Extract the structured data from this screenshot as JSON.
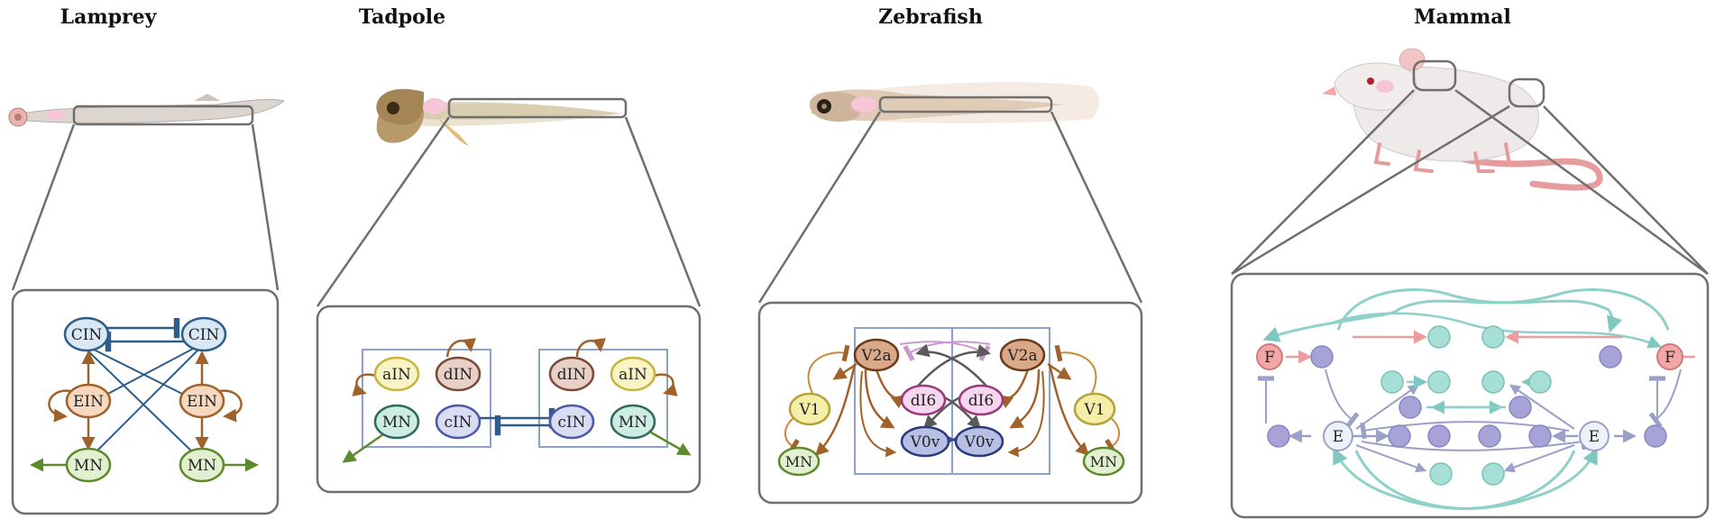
{
  "titles": {
    "lamprey": "Lamprey",
    "tadpole": "Tadpole",
    "zebrafish": "Zebrafish",
    "mammal": "Mammal"
  },
  "lamprey": {
    "cin_left": "CIN",
    "cin_right": "CIN",
    "ein_left": "EIN",
    "ein_right": "EIN",
    "mn_left": "MN",
    "mn_right": "MN"
  },
  "tadpole": {
    "ain_left": "aIN",
    "din_left": "dIN",
    "mn_left": "MN",
    "cin_left": "cIN",
    "din_right": "dIN",
    "ain_right": "aIN",
    "cin_right": "cIN",
    "mn_right": "MN"
  },
  "zebrafish": {
    "v2a_left": "V2a",
    "v2a_right": "V2a",
    "di6_left": "dI6",
    "di6_right": "dI6",
    "v0v_left": "V0v",
    "v0v_right": "V0v",
    "v1_left": "V1",
    "v1_right": "V1",
    "mn_left": "MN",
    "mn_right": "MN"
  },
  "mammal": {
    "f_left": "F",
    "f_right": "F",
    "e_left": "E",
    "e_right": "E"
  },
  "colors": {
    "panel_border": "#6f6f6f",
    "inhibitory_blue": "#2f5d8a",
    "excitatory_brown": "#a0622a",
    "output_green": "#5d8a2f",
    "teal": "#8fd0c8",
    "lilac": "#a7a3d8",
    "pink": "#f2a7a7"
  }
}
